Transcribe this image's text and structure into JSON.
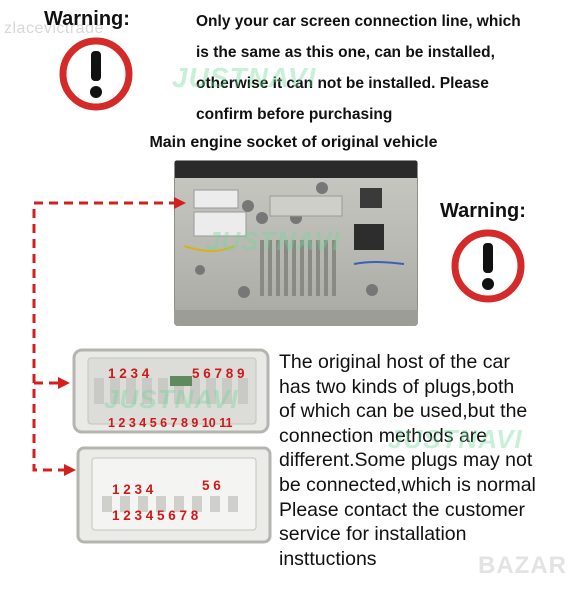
{
  "watermark_text": "zlacevictrade",
  "brand_watermark": "JUSTNAVI",
  "site_watermark": "BAZAR",
  "top_warning": {
    "title": "Warning:",
    "lines": [
      "Only your car screen connection line, which",
      "is the same as this one, can be installed,",
      "otherwise it can not be installed. Please",
      "confirm before purchasing"
    ]
  },
  "main_socket_caption": "Main engine socket of original vehicle",
  "right_warning": {
    "title": "Warning:"
  },
  "plug1": {
    "top_numbers_a": "1 2 3 4",
    "top_numbers_b": "5 6 7 8 9",
    "bottom_numbers": "1 2 3 4 5 6 7 8 9 10 11"
  },
  "plug2": {
    "top_numbers_a": "1 2 3 4",
    "top_numbers_b": "5 6",
    "bottom_numbers": "1 2 3 4 5 6 7 8"
  },
  "description_lines": [
    "The original host of the car",
    "has two kinds of plugs,both",
    "of which can be used,but the",
    "connection methods are",
    "different.Some plugs may not",
    "be connected,which is normal",
    "Please contact the customer",
    "service for installation",
    "insttuctions"
  ],
  "colors": {
    "warning_red": "#d42a2a",
    "arrow_red": "#d41f1f",
    "label_red": "#d11818"
  }
}
